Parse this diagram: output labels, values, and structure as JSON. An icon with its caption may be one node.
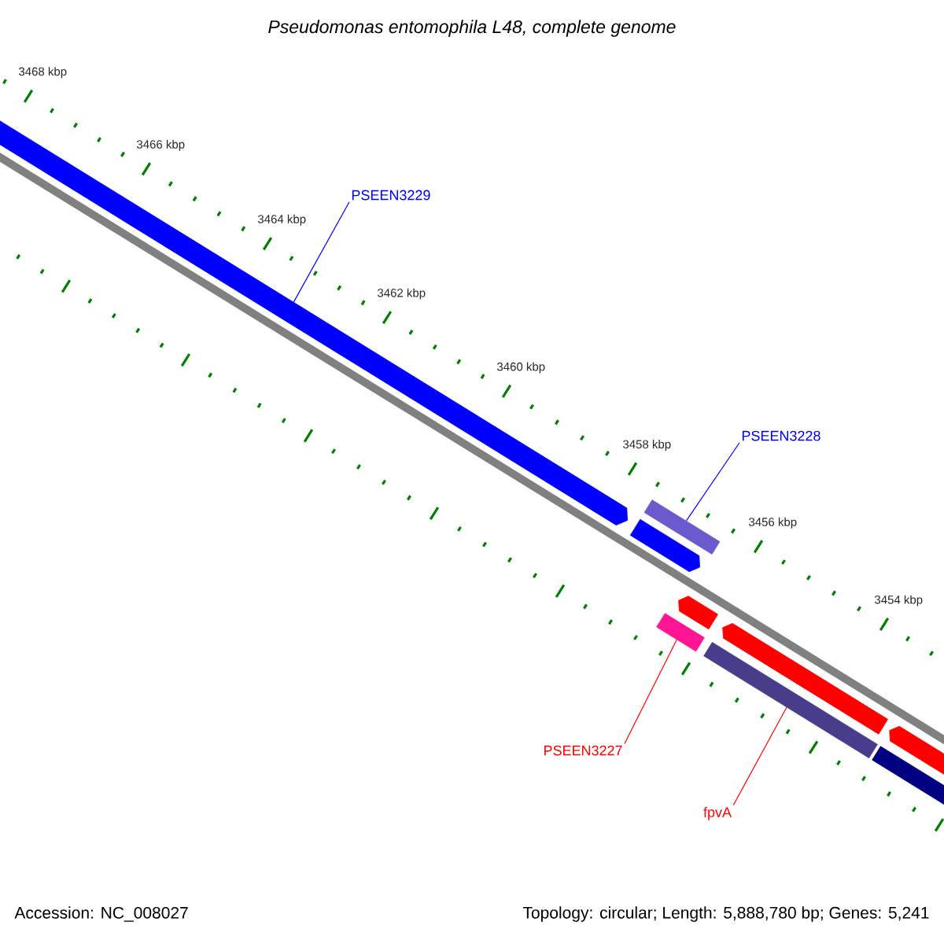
{
  "diagram": {
    "title": "Pseudomonas entomophila L48, complete genome",
    "nodes": [
      {
        "text": [
          "PSEEN3229"
        ]
      },
      {
        "text": [
          "PSEEN3228"
        ]
      },
      {
        "text": [
          "PSEEN3227"
        ]
      },
      {
        "text": [
          "fpvA"
        ]
      },
      {
        "text": [],
        "shape": "pentagon"
      },
      {
        "text": [],
        "shape": "pentagon"
      },
      {
        "text": [],
        "shape": "box"
      },
      {
        "text": [],
        "shape": "box"
      },
      {
        "text": [],
        "shape": "pentagon"
      },
      {
        "text": [],
        "shape": "box"
      },
      {
        "text": [],
        "shape": "pentagon"
      },
      {
        "text": [],
        "shape": "box"
      },
      {
        "text": [],
        "shape": "pentagon"
      }
    ],
    "edges": [
      {
        "from": 0,
        "to": 4,
        "arrow": "none"
      },
      {
        "from": 1,
        "to": 6,
        "arrow": "none"
      },
      {
        "from": 2,
        "to": 7,
        "arrow": "none",
        "color": "#ff0000"
      },
      {
        "from": 3,
        "to": 9,
        "arrow": "none",
        "color": "#ff0000"
      }
    ],
    "labels": [
      "3468 kbp",
      "3466 kbp",
      "3464 kbp",
      "3462 kbp",
      "3460 kbp",
      "3458 kbp",
      "3456 kbp",
      "3454 kbp",
      "Accession: NC_008027",
      "Topology: circular; Length: 5,888,780 bp; Genes: 5,241"
    ]
  }
}
